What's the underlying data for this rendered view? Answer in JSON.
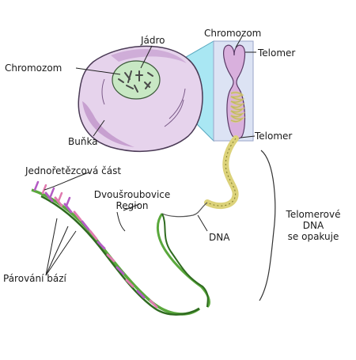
{
  "labels": {
    "nucleus": "Jádro",
    "chromosome_left": "Chromozom",
    "chromosome_top": "Chromozom",
    "telomere_top": "Telomer",
    "telomere_bottom": "Telomer",
    "cell": "Buňka",
    "single_strand": "Jednořetězcová část",
    "double_helix_line1": "Dvoušroubovice",
    "double_helix_line2": "Region",
    "dna": "DNA",
    "base_pairing": "Párování bází",
    "telomeric_line1": "Telomerové",
    "telomeric_line2": "DNA",
    "telomeric_line3": "se opakuje"
  },
  "colors": {
    "cell_fill": "#e6d3ec",
    "cell_stroke": "#4a3a55",
    "cytoplasm_shade": "#b98ac4",
    "nucleus_fill": "#c8e8c4",
    "chromatin": "#4a4a4a",
    "zoom_beam": "#a9e7f3",
    "chromosome_panel": "#dce3f4",
    "chromosome_fill": "#d9b0dd",
    "telomere_coil": "#dcd27a",
    "dna_green": "#5aa83c",
    "dna_dark": "#2f6b20",
    "base_purple": "#b35cc4",
    "base_pink": "#e07bb0",
    "leader_line": "#222222"
  }
}
